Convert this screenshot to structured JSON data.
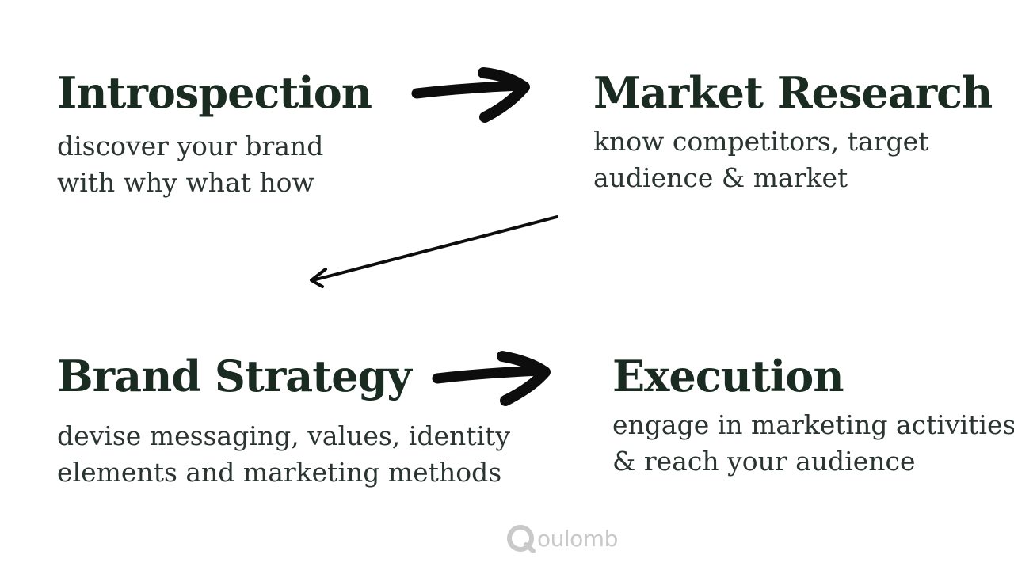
{
  "steps": [
    {
      "title": "Introspection",
      "desc": [
        "discover your brand",
        "with why what how"
      ]
    },
    {
      "title": "Market Research",
      "desc": [
        "know competitors, target",
        "audience & market"
      ]
    },
    {
      "title": "Brand Strategy",
      "desc": [
        "devise messaging, values, identity",
        "elements and marketing methods"
      ]
    },
    {
      "title": "Execution",
      "desc": [
        "engage in marketing activities",
        "& reach your audience"
      ]
    }
  ],
  "arrows": [
    {
      "from": "Introspection",
      "to": "Market Research",
      "style": "brush"
    },
    {
      "from": "Market Research",
      "to": "Brand Strategy",
      "style": "thin"
    },
    {
      "from": "Brand Strategy",
      "to": "Execution",
      "style": "brush"
    }
  ],
  "watermark": {
    "text": "oulomb",
    "icon": "qoulomb-logo-icon"
  },
  "colors": {
    "text": "#1a2b21",
    "arrow": "#0d0d0d",
    "watermark": "#c9c9c9"
  }
}
